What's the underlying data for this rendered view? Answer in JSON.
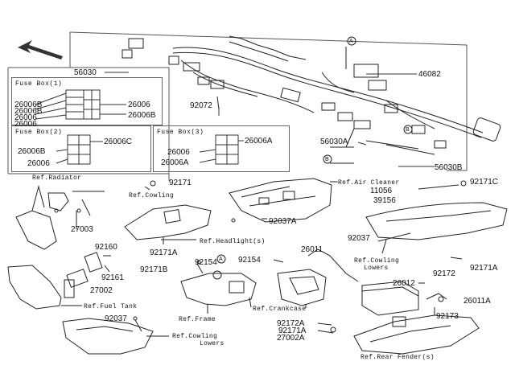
{
  "parts": {
    "p46082": "46082",
    "p56030": "56030",
    "p92072": "92072",
    "p56030A": "56030A",
    "p56030B": "56030B",
    "p92171_top": "92171",
    "p92171C": "92171C",
    "p11056": "11056",
    "p39156": "39156",
    "p27003": "27003",
    "p92037A": "92037A",
    "p92037_right": "92037",
    "p92160": "92160",
    "p92161": "92161",
    "p27002": "27002",
    "p92171A_left": "92171A",
    "p92154_a": "92154",
    "p92171B": "92171B",
    "p92154_b": "92154",
    "p26011": "26011",
    "p92172": "92172",
    "p92171A_right": "92171A",
    "p26012": "26012",
    "p26011A": "26011A",
    "p92173": "92173",
    "p92037_bottom": "92037",
    "p92172A": "92172A",
    "p92171A_bottom": "92171A",
    "p27002A": "27002A"
  },
  "refs": {
    "radiator": "Ref.Radiator",
    "cowling": "Ref.Cowling",
    "air_cleaner": "Ref.Air Cleaner",
    "headlight": "Ref.Headlight(s)",
    "cowling_lowers_right_1": "Ref.Cowling",
    "cowling_lowers_right_2": "Lowers",
    "fuel_tank": "Ref.Fuel Tank",
    "frame": "Ref.Frame",
    "crankcase": "Ref.Crankcase",
    "cowling_lowers_left_1": "Ref.Cowling",
    "cowling_lowers_left_2": "Lowers",
    "rear_fender": "Ref.Rear Fender(s)"
  },
  "fuse_box_1": {
    "title": "Fuse Box(1)",
    "left_labels": [
      "26006B",
      "26006B",
      "26006",
      "26006"
    ],
    "right_labels": [
      "26006",
      "26006B"
    ]
  },
  "fuse_box_2": {
    "title": "Fuse Box(2)",
    "left_labels": [
      "26006B",
      "26006"
    ],
    "right_label": "26006C"
  },
  "fuse_box_3": {
    "title": "Fuse Box(3)",
    "left_labels": [
      "26006",
      "26006A"
    ],
    "right_label": "26006A"
  },
  "callouts": {
    "a_top": "A",
    "a_mid": "A",
    "b_top": "B",
    "b_mid": "B"
  },
  "colors": {
    "line": "#333333",
    "box_border": "#666666"
  }
}
